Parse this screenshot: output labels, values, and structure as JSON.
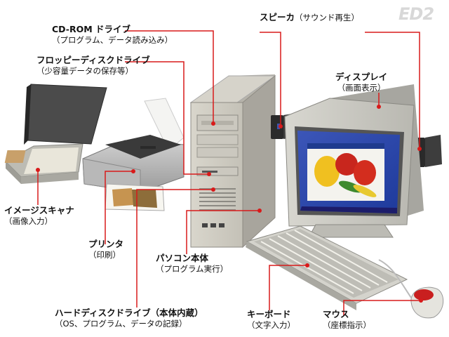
{
  "logo": "ED2",
  "accent_color": "#d81a1a",
  "labels": {
    "cdrom": {
      "title": "CD-ROM ドライブ",
      "sub": "（プログラム、データ読み込み）"
    },
    "floppy": {
      "title": "フロッピーディスクドライブ",
      "sub": "（少容量データの保存等）"
    },
    "speaker": {
      "title": "スピーカ",
      "sub": "（サウンド再生）"
    },
    "display": {
      "title": "ディスプレイ",
      "sub": "（画面表示）"
    },
    "scanner": {
      "title": "イメージスキャナ",
      "sub": "（画像入力）"
    },
    "printer": {
      "title": "プリンタ",
      "sub": "（印刷）"
    },
    "pc": {
      "title": "パソコン本体",
      "sub": "（プログラム実行）"
    },
    "hdd": {
      "title": "ハードディスクドライブ（本体内蔵）",
      "sub": "（OS、プログラム、データの記録）"
    },
    "keyboard": {
      "title": "キーボード",
      "sub": "（文字入力）"
    },
    "mouse": {
      "title": "マウス",
      "sub": "（座標指示）"
    }
  }
}
